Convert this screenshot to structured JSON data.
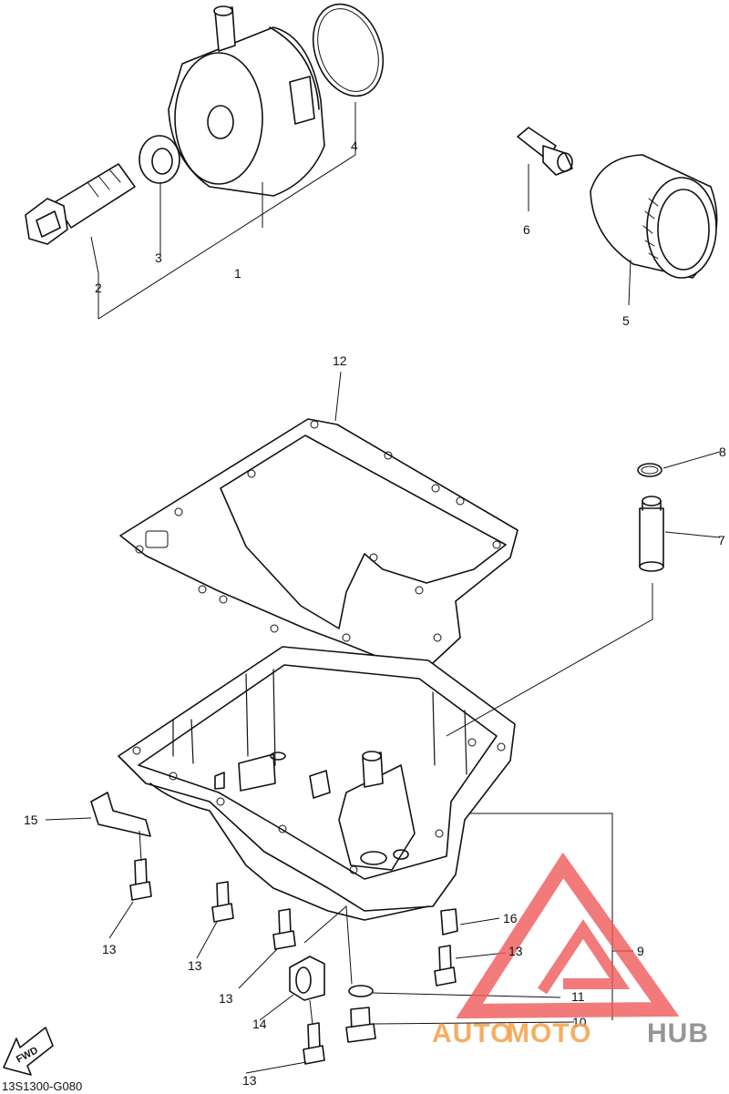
{
  "callouts": {
    "c1": "1",
    "c2": "2",
    "c3": "3",
    "c4": "4",
    "c5": "5",
    "c6": "6",
    "c7": "7",
    "c8": "8",
    "c9": "9",
    "c10": "10",
    "c11": "11",
    "c12": "12",
    "c13a": "13",
    "c13b": "13",
    "c13c": "13",
    "c13d": "13",
    "c13e": "13",
    "c14": "14",
    "c15": "15",
    "c16": "16"
  },
  "fwd_label": "FWD",
  "diagram_code": "13S1300-G080",
  "watermark": {
    "part1": "AUTO",
    "part2": "MOTO",
    "part3": "HUB",
    "colors": {
      "orange": "#f3a24a",
      "gray": "#8a8a8a",
      "red": "#ef5a5a"
    }
  }
}
